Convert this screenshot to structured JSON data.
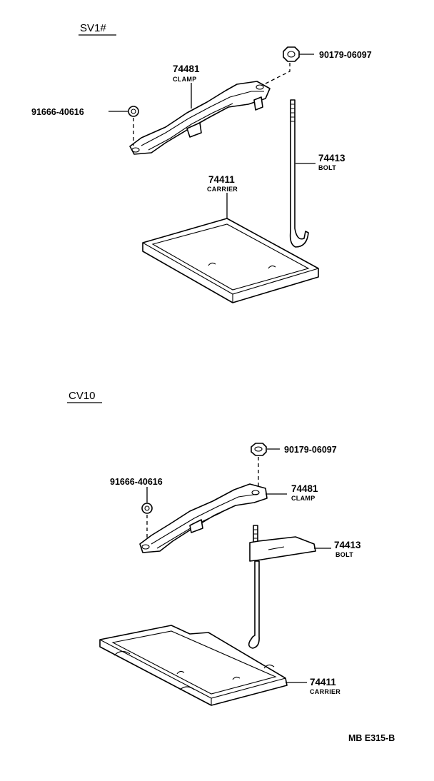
{
  "sections": [
    {
      "heading": "SV1#",
      "parts": [
        {
          "number": "74481",
          "name": "CLAMP"
        },
        {
          "number": "74413",
          "name": "BOLT"
        },
        {
          "number": "74411",
          "name": "CARRIER"
        },
        {
          "number": "90179-06097",
          "name": ""
        },
        {
          "number": "91666-40616",
          "name": ""
        }
      ]
    },
    {
      "heading": "CV10",
      "parts": [
        {
          "number": "74481",
          "name": "CLAMP"
        },
        {
          "number": "74413",
          "name": "BOLT"
        },
        {
          "number": "74411",
          "name": "CARRIER"
        },
        {
          "number": "90179-06097",
          "name": ""
        },
        {
          "number": "91666-40616",
          "name": ""
        }
      ]
    }
  ],
  "drawing_code": "MB E315-B"
}
